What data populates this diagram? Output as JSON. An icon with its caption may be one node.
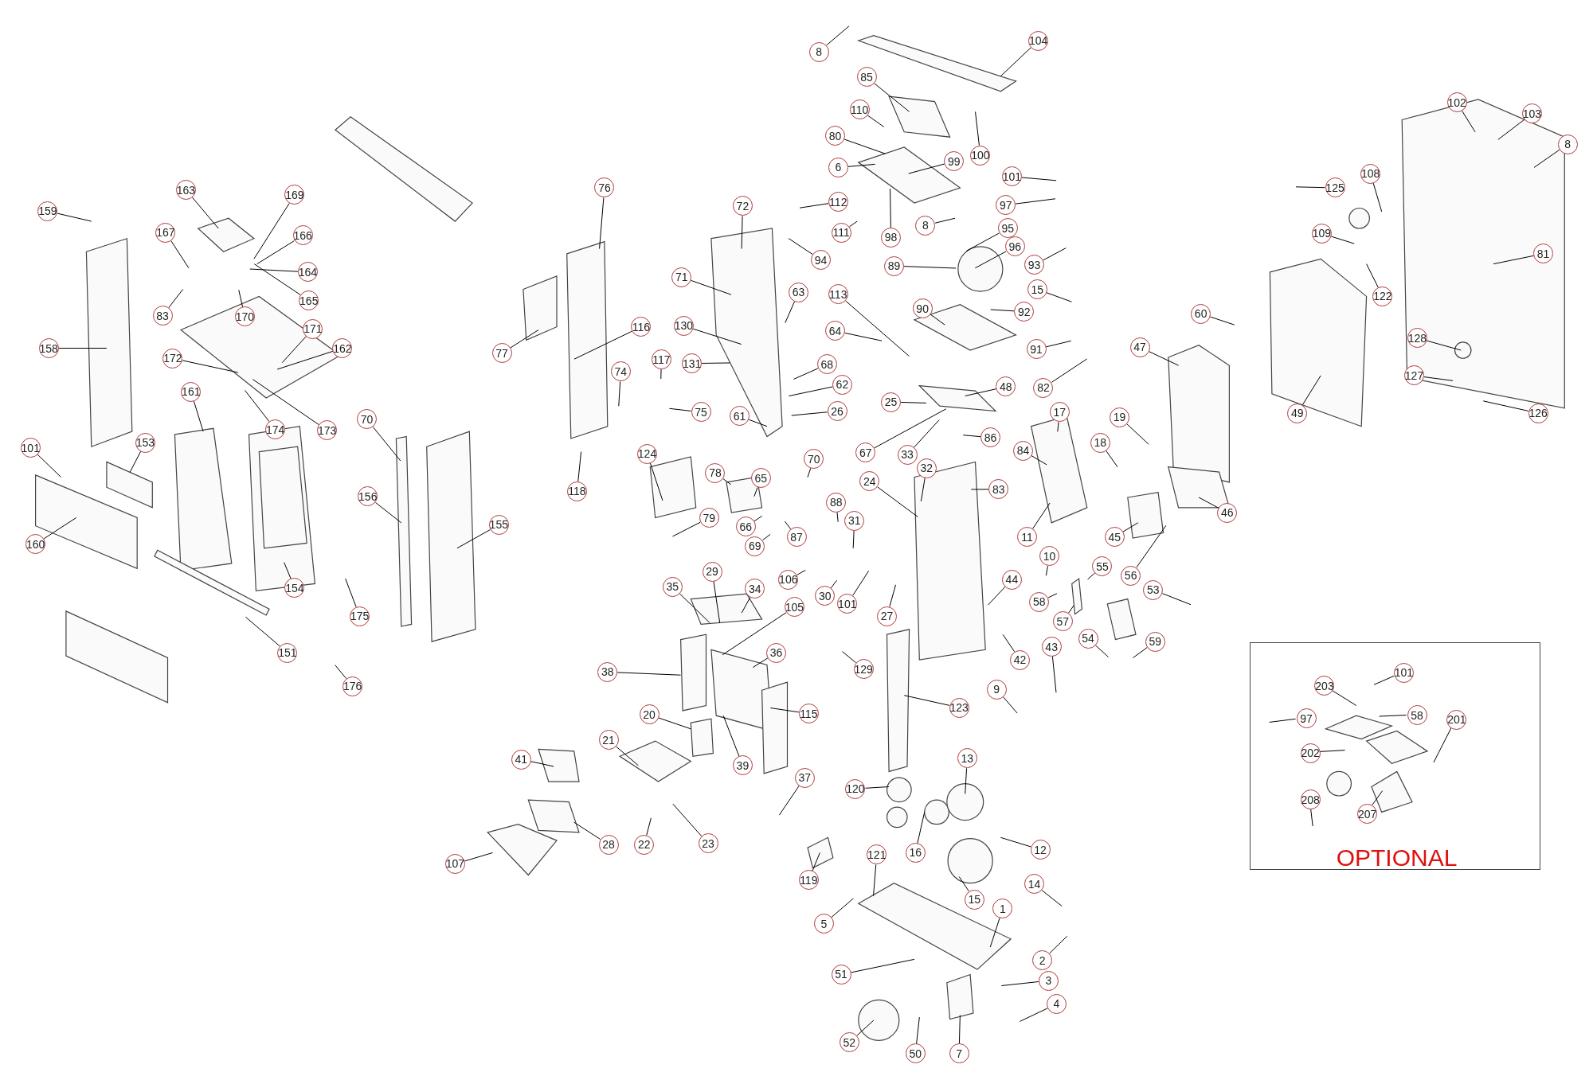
{
  "diagram": {
    "nodes": [
      {
        "text": [
          "159"
        ]
      },
      {
        "text": [
          "163"
        ]
      },
      {
        "text": [
          "169"
        ]
      },
      {
        "text": [
          "167"
        ]
      },
      {
        "text": [
          "166"
        ]
      },
      {
        "text": [
          "164"
        ]
      },
      {
        "text": [
          "83"
        ]
      },
      {
        "text": [
          "165"
        ]
      },
      {
        "text": [
          "170"
        ]
      },
      {
        "text": [
          "171"
        ]
      },
      {
        "text": [
          "158"
        ]
      },
      {
        "text": [
          "162"
        ]
      },
      {
        "text": [
          "172"
        ]
      },
      {
        "text": [
          "161"
        ]
      },
      {
        "text": [
          "70"
        ]
      },
      {
        "text": [
          "174"
        ]
      },
      {
        "text": [
          "173"
        ]
      },
      {
        "text": [
          "101"
        ]
      },
      {
        "text": [
          "153"
        ]
      },
      {
        "text": [
          "156"
        ]
      },
      {
        "text": [
          "155"
        ]
      },
      {
        "text": [
          "160"
        ]
      },
      {
        "text": [
          "154"
        ]
      },
      {
        "text": [
          "175"
        ]
      },
      {
        "text": [
          "151"
        ]
      },
      {
        "text": [
          "176"
        ]
      },
      {
        "text": [
          "76"
        ]
      },
      {
        "text": [
          "72"
        ]
      },
      {
        "text": [
          "71"
        ]
      },
      {
        "text": [
          "63"
        ]
      },
      {
        "text": [
          "116"
        ]
      },
      {
        "text": [
          "130"
        ]
      },
      {
        "text": [
          "64"
        ]
      },
      {
        "text": [
          "77"
        ]
      },
      {
        "text": [
          "117"
        ]
      },
      {
        "text": [
          "131"
        ]
      },
      {
        "text": [
          "68"
        ]
      },
      {
        "text": [
          "74"
        ]
      },
      {
        "text": [
          "62"
        ]
      },
      {
        "text": [
          "25"
        ]
      },
      {
        "text": [
          "26"
        ]
      },
      {
        "text": [
          "75"
        ]
      },
      {
        "text": [
          "61"
        ]
      },
      {
        "text": [
          "124"
        ]
      },
      {
        "text": [
          "33"
        ]
      },
      {
        "text": [
          "67"
        ]
      },
      {
        "text": [
          "70"
        ]
      },
      {
        "text": [
          "32"
        ]
      },
      {
        "text": [
          "78"
        ]
      },
      {
        "text": [
          "65"
        ]
      },
      {
        "text": [
          "24"
        ]
      },
      {
        "text": [
          "118"
        ]
      },
      {
        "text": [
          "88"
        ]
      },
      {
        "text": [
          "79"
        ]
      },
      {
        "text": [
          "31"
        ]
      },
      {
        "text": [
          "66"
        ]
      },
      {
        "text": [
          "87"
        ]
      },
      {
        "text": [
          "69"
        ]
      },
      {
        "text": [
          "29"
        ]
      },
      {
        "text": [
          "106"
        ]
      },
      {
        "text": [
          "35"
        ]
      },
      {
        "text": [
          "34"
        ]
      },
      {
        "text": [
          "30"
        ]
      },
      {
        "text": [
          "101"
        ]
      },
      {
        "text": [
          "105"
        ]
      },
      {
        "text": [
          "27"
        ]
      },
      {
        "text": [
          "36"
        ]
      },
      {
        "text": [
          "129"
        ]
      },
      {
        "text": [
          "38"
        ]
      },
      {
        "text": [
          "115"
        ]
      },
      {
        "text": [
          "20"
        ]
      },
      {
        "text": [
          "21"
        ]
      },
      {
        "text": [
          "41"
        ]
      },
      {
        "text": [
          "39"
        ]
      },
      {
        "text": [
          "37"
        ]
      },
      {
        "text": [
          "23"
        ]
      },
      {
        "text": [
          "28"
        ]
      },
      {
        "text": [
          "22"
        ]
      },
      {
        "text": [
          "107"
        ]
      },
      {
        "text": [
          "8"
        ]
      },
      {
        "text": [
          "104"
        ]
      },
      {
        "text": [
          "85"
        ]
      },
      {
        "text": [
          "110"
        ]
      },
      {
        "text": [
          "80"
        ]
      },
      {
        "text": [
          "100"
        ]
      },
      {
        "text": [
          "99"
        ]
      },
      {
        "text": [
          "6"
        ]
      },
      {
        "text": [
          "101"
        ]
      },
      {
        "text": [
          "112"
        ]
      },
      {
        "text": [
          "97"
        ]
      },
      {
        "text": [
          "8"
        ]
      },
      {
        "text": [
          "95"
        ]
      },
      {
        "text": [
          "111"
        ]
      },
      {
        "text": [
          "98"
        ]
      },
      {
        "text": [
          "96"
        ]
      },
      {
        "text": [
          "94"
        ]
      },
      {
        "text": [
          "89"
        ]
      },
      {
        "text": [
          "93"
        ]
      },
      {
        "text": [
          "15"
        ]
      },
      {
        "text": [
          "113"
        ]
      },
      {
        "text": [
          "90"
        ]
      },
      {
        "text": [
          "92"
        ]
      },
      {
        "text": [
          "91"
        ]
      },
      {
        "text": [
          "47"
        ]
      },
      {
        "text": [
          "60"
        ]
      },
      {
        "text": [
          "48"
        ]
      },
      {
        "text": [
          "82"
        ]
      },
      {
        "text": [
          "17"
        ]
      },
      {
        "text": [
          "19"
        ]
      },
      {
        "text": [
          "86"
        ]
      },
      {
        "text": [
          "18"
        ]
      },
      {
        "text": [
          "84"
        ]
      },
      {
        "text": [
          "83"
        ]
      },
      {
        "text": [
          "46"
        ]
      },
      {
        "text": [
          "45"
        ]
      },
      {
        "text": [
          "11"
        ]
      },
      {
        "text": [
          "10"
        ]
      },
      {
        "text": [
          "55"
        ]
      },
      {
        "text": [
          "56"
        ]
      },
      {
        "text": [
          "44"
        ]
      },
      {
        "text": [
          "53"
        ]
      },
      {
        "text": [
          "58"
        ]
      },
      {
        "text": [
          "57"
        ]
      },
      {
        "text": [
          "54"
        ]
      },
      {
        "text": [
          "59"
        ]
      },
      {
        "text": [
          "43"
        ]
      },
      {
        "text": [
          "42"
        ]
      },
      {
        "text": [
          "9"
        ]
      },
      {
        "text": [
          "123"
        ]
      },
      {
        "text": [
          "13"
        ]
      },
      {
        "text": [
          "120"
        ]
      },
      {
        "text": [
          "12"
        ]
      },
      {
        "text": [
          "121"
        ]
      },
      {
        "text": [
          "16"
        ]
      },
      {
        "text": [
          "119"
        ]
      },
      {
        "text": [
          "14"
        ]
      },
      {
        "text": [
          "15"
        ]
      },
      {
        "text": [
          "1"
        ]
      },
      {
        "text": [
          "5"
        ]
      },
      {
        "text": [
          "2"
        ]
      },
      {
        "text": [
          "51"
        ]
      },
      {
        "text": [
          "3"
        ]
      },
      {
        "text": [
          "4"
        ]
      },
      {
        "text": [
          "52"
        ]
      },
      {
        "text": [
          "50"
        ]
      },
      {
        "text": [
          "7"
        ]
      },
      {
        "text": [
          "102"
        ]
      },
      {
        "text": [
          "103"
        ]
      },
      {
        "text": [
          "8"
        ]
      },
      {
        "text": [
          "108"
        ]
      },
      {
        "text": [
          "125"
        ]
      },
      {
        "text": [
          "109"
        ]
      },
      {
        "text": [
          "81"
        ]
      },
      {
        "text": [
          "122"
        ]
      },
      {
        "text": [
          "128"
        ]
      },
      {
        "text": [
          "127"
        ]
      },
      {
        "text": [
          "49"
        ]
      },
      {
        "text": [
          "126"
        ]
      },
      {
        "text": [
          "OPTIONAL"
        ]
      },
      {
        "text": [
          "101"
        ],
        "in": 158
      },
      {
        "text": [
          "203"
        ],
        "in": 158
      },
      {
        "text": [
          "58"
        ],
        "in": 158
      },
      {
        "text": [
          "97"
        ],
        "in": 158
      },
      {
        "text": [
          "201"
        ],
        "in": 158
      },
      {
        "text": [
          "202"
        ],
        "in": 158
      },
      {
        "text": [
          "208"
        ],
        "in": 158
      },
      {
        "text": [
          "207"
        ],
        "in": 158
      }
    ],
    "edges": [
      {
        "from": 0,
        "to": null,
        "arrow": "none"
      },
      {
        "from": 1,
        "to": null,
        "arrow": "none"
      },
      {
        "from": 2,
        "to": null,
        "arrow": "none"
      },
      {
        "from": 3,
        "to": null,
        "arrow": "none"
      },
      {
        "from": 4,
        "to": null,
        "arrow": "none"
      },
      {
        "from": 5,
        "to": null,
        "arrow": "none"
      },
      {
        "from": 6,
        "to": null,
        "arrow": "none"
      },
      {
        "from": 7,
        "to": null,
        "arrow": "none"
      },
      {
        "from": 8,
        "to": null,
        "arrow": "none"
      },
      {
        "from": 9,
        "to": null,
        "arrow": "none"
      },
      {
        "from": 10,
        "to": null,
        "arrow": "none"
      },
      {
        "from": 11,
        "to": null,
        "arrow": "none"
      },
      {
        "from": 12,
        "to": null,
        "arrow": "none"
      },
      {
        "from": 13,
        "to": null,
        "arrow": "none"
      },
      {
        "from": 14,
        "to": null,
        "arrow": "none"
      },
      {
        "from": 15,
        "to": null,
        "arrow": "none"
      },
      {
        "from": 16,
        "to": null,
        "arrow": "none"
      },
      {
        "from": 17,
        "to": null,
        "arrow": "none"
      },
      {
        "from": 18,
        "to": null,
        "arrow": "none"
      },
      {
        "from": 19,
        "to": null,
        "arrow": "none"
      },
      {
        "from": 20,
        "to": null,
        "arrow": "none"
      },
      {
        "from": 21,
        "to": null,
        "arrow": "none"
      },
      {
        "from": 22,
        "to": null,
        "arrow": "none"
      },
      {
        "from": 23,
        "to": null,
        "arrow": "none"
      },
      {
        "from": 24,
        "to": null,
        "arrow": "none"
      },
      {
        "from": 25,
        "to": null,
        "arrow": "none"
      },
      {
        "from": 26,
        "to": null,
        "arrow": "none"
      },
      {
        "from": 27,
        "to": null,
        "arrow": "none"
      },
      {
        "from": 28,
        "to": null,
        "arrow": "none"
      },
      {
        "from": 29,
        "to": null,
        "arrow": "none"
      },
      {
        "from": 30,
        "to": null,
        "arrow": "none"
      },
      {
        "from": 31,
        "to": null,
        "arrow": "none"
      },
      {
        "from": 32,
        "to": null,
        "arrow": "none"
      },
      {
        "from": 33,
        "to": null,
        "arrow": "none"
      },
      {
        "from": 34,
        "to": null,
        "arrow": "none"
      },
      {
        "from": 35,
        "to": null,
        "arrow": "none"
      },
      {
        "from": 36,
        "to": null,
        "arrow": "none"
      },
      {
        "from": 37,
        "to": null,
        "arrow": "none"
      },
      {
        "from": 38,
        "to": null,
        "arrow": "none"
      },
      {
        "from": 39,
        "to": null,
        "arrow": "none"
      },
      {
        "from": 40,
        "to": null,
        "arrow": "none"
      },
      {
        "from": 41,
        "to": null,
        "arrow": "none"
      },
      {
        "from": 42,
        "to": null,
        "arrow": "none"
      },
      {
        "from": 43,
        "to": null,
        "arrow": "none"
      },
      {
        "from": 44,
        "to": null,
        "arrow": "none"
      },
      {
        "from": 45,
        "to": null,
        "arrow": "none"
      },
      {
        "from": 46,
        "to": null,
        "arrow": "none"
      },
      {
        "from": 47,
        "to": null,
        "arrow": "none"
      },
      {
        "from": 48,
        "to": null,
        "arrow": "none"
      },
      {
        "from": 49,
        "to": null,
        "arrow": "none"
      },
      {
        "from": 50,
        "to": null,
        "arrow": "none"
      },
      {
        "from": 51,
        "to": null,
        "arrow": "none"
      },
      {
        "from": 52,
        "to": null,
        "arrow": "none"
      },
      {
        "from": 53,
        "to": null,
        "arrow": "none"
      },
      {
        "from": 54,
        "to": null,
        "arrow": "none"
      },
      {
        "from": 55,
        "to": null,
        "arrow": "none"
      },
      {
        "from": 56,
        "to": null,
        "arrow": "none"
      },
      {
        "from": 57,
        "to": null,
        "arrow": "none"
      },
      {
        "from": 58,
        "to": null,
        "arrow": "none"
      },
      {
        "from": 59,
        "to": null,
        "arrow": "none"
      },
      {
        "from": 60,
        "to": null,
        "arrow": "none"
      },
      {
        "from": 61,
        "to": null,
        "arrow": "none"
      },
      {
        "from": 62,
        "to": null,
        "arrow": "none"
      },
      {
        "from": 63,
        "to": null,
        "arrow": "none"
      },
      {
        "from": 64,
        "to": null,
        "arrow": "none"
      },
      {
        "from": 65,
        "to": null,
        "arrow": "none"
      },
      {
        "from": 66,
        "to": null,
        "arrow": "none"
      },
      {
        "from": 67,
        "to": null,
        "arrow": "none"
      },
      {
        "from": 68,
        "to": null,
        "arrow": "none"
      },
      {
        "from": 69,
        "to": null,
        "arrow": "none"
      },
      {
        "from": 70,
        "to": null,
        "arrow": "none"
      },
      {
        "from": 71,
        "to": null,
        "arrow": "none"
      },
      {
        "from": 72,
        "to": null,
        "arrow": "none"
      },
      {
        "from": 73,
        "to": null,
        "arrow": "none"
      },
      {
        "from": 74,
        "to": null,
        "arrow": "none"
      },
      {
        "from": 75,
        "to": null,
        "arrow": "none"
      },
      {
        "from": 76,
        "to": null,
        "arrow": "none"
      },
      {
        "from": 77,
        "to": null,
        "arrow": "none"
      },
      {
        "from": 78,
        "to": null,
        "arrow": "none"
      },
      {
        "from": 79,
        "to": null,
        "arrow": "none"
      },
      {
        "from": 80,
        "to": null,
        "arrow": "none"
      },
      {
        "from": 81,
        "to": null,
        "arrow": "none"
      },
      {
        "from": 82,
        "to": null,
        "arrow": "none"
      },
      {
        "from": 83,
        "to": null,
        "arrow": "none"
      },
      {
        "from": 84,
        "to": null,
        "arrow": "none"
      },
      {
        "from": 85,
        "to": null,
        "arrow": "none"
      },
      {
        "from": 86,
        "to": null,
        "arrow": "none"
      },
      {
        "from": 87,
        "to": null,
        "arrow": "none"
      },
      {
        "from": 88,
        "to": null,
        "arrow": "none"
      },
      {
        "from": 89,
        "to": null,
        "arrow": "none"
      },
      {
        "from": 90,
        "to": null,
        "arrow": "none"
      },
      {
        "from": 91,
        "to": null,
        "arrow": "none"
      },
      {
        "from": 92,
        "to": null,
        "arrow": "none"
      },
      {
        "from": 93,
        "to": null,
        "arrow": "none"
      },
      {
        "from": 94,
        "to": null,
        "arrow": "none"
      },
      {
        "from": 95,
        "to": null,
        "arrow": "none"
      },
      {
        "from": 96,
        "to": null,
        "arrow": "none"
      },
      {
        "from": 97,
        "to": null,
        "arrow": "none"
      },
      {
        "from": 98,
        "to": null,
        "arrow": "none"
      },
      {
        "from": 99,
        "to": null,
        "arrow": "none"
      },
      {
        "from": 100,
        "to": null,
        "arrow": "none"
      },
      {
        "from": 101,
        "to": null,
        "arrow": "none"
      },
      {
        "from": 102,
        "to": null,
        "arrow": "none"
      },
      {
        "from": 103,
        "to": null,
        "arrow": "none"
      },
      {
        "from": 104,
        "to": null,
        "arrow": "none"
      },
      {
        "from": 105,
        "to": null,
        "arrow": "none"
      },
      {
        "from": 106,
        "to": null,
        "arrow": "none"
      },
      {
        "from": 107,
        "to": null,
        "arrow": "none"
      },
      {
        "from": 108,
        "to": null,
        "arrow": "none"
      },
      {
        "from": 109,
        "to": null,
        "arrow": "none"
      },
      {
        "from": 110,
        "to": null,
        "arrow": "none"
      },
      {
        "from": 111,
        "to": null,
        "arrow": "none"
      },
      {
        "from": 112,
        "to": null,
        "arrow": "none"
      },
      {
        "from": 113,
        "to": null,
        "arrow": "none"
      },
      {
        "from": 114,
        "to": null,
        "arrow": "none"
      },
      {
        "from": 115,
        "to": null,
        "arrow": "none"
      },
      {
        "from": 116,
        "to": null,
        "arrow": "none"
      },
      {
        "from": 117,
        "to": null,
        "arrow": "none"
      },
      {
        "from": 118,
        "to": null,
        "arrow": "none"
      },
      {
        "from": 119,
        "to": null,
        "arrow": "none"
      },
      {
        "from": 120,
        "to": null,
        "arrow": "none"
      },
      {
        "from": 121,
        "to": null,
        "arrow": "none"
      },
      {
        "from": 122,
        "to": null,
        "arrow": "none"
      },
      {
        "from": 123,
        "to": null,
        "arrow": "none"
      },
      {
        "from": 124,
        "to": null,
        "arrow": "none"
      },
      {
        "from": 125,
        "to": null,
        "arrow": "none"
      },
      {
        "from": 126,
        "to": null,
        "arrow": "none"
      },
      {
        "from": 127,
        "to": null,
        "arrow": "none"
      },
      {
        "from": 128,
        "to": null,
        "arrow": "none"
      },
      {
        "from": 129,
        "to": null,
        "arrow": "none"
      },
      {
        "from": 130,
        "to": null,
        "arrow": "none"
      },
      {
        "from": 131,
        "to": null,
        "arrow": "none"
      },
      {
        "from": 132,
        "to": null,
        "arrow": "none"
      },
      {
        "from": 133,
        "to": null,
        "arrow": "none"
      },
      {
        "from": 134,
        "to": null,
        "arrow": "none"
      },
      {
        "from": 135,
        "to": null,
        "arrow": "none"
      },
      {
        "from": 136,
        "to": null,
        "arrow": "none"
      },
      {
        "from": 137,
        "to": null,
        "arrow": "none"
      },
      {
        "from": 138,
        "to": null,
        "arrow": "none"
      },
      {
        "from": 139,
        "to": null,
        "arrow": "none"
      },
      {
        "from": 140,
        "to": null,
        "arrow": "none"
      },
      {
        "from": 141,
        "to": null,
        "arrow": "none"
      },
      {
        "from": 142,
        "to": null,
        "arrow": "none"
      },
      {
        "from": 143,
        "to": null,
        "arrow": "none"
      },
      {
        "from": 144,
        "to": null,
        "arrow": "none"
      },
      {
        "from": 145,
        "to": null,
        "arrow": "none"
      },
      {
        "from": 146,
        "to": null,
        "arrow": "none"
      },
      {
        "from": 147,
        "to": null,
        "arrow": "none"
      },
      {
        "from": 148,
        "to": null,
        "arrow": "none"
      },
      {
        "from": 149,
        "to": null,
        "arrow": "none"
      },
      {
        "from": 150,
        "to": null,
        "arrow": "none"
      },
      {
        "from": 151,
        "to": null,
        "arrow": "none"
      },
      {
        "from": 152,
        "to": null,
        "arrow": "none"
      },
      {
        "from": 153,
        "to": null,
        "arrow": "none"
      },
      {
        "from": 154,
        "to": null,
        "arrow": "none"
      },
      {
        "from": 155,
        "to": null,
        "arrow": "none"
      },
      {
        "from": 156,
        "to": null,
        "arrow": "none"
      },
      {
        "from": 157,
        "to": null,
        "arrow": "none"
      },
      {
        "from": 159,
        "to": null,
        "arrow": "none"
      },
      {
        "from": 160,
        "to": null,
        "arrow": "none"
      },
      {
        "from": 161,
        "to": null,
        "arrow": "none"
      },
      {
        "from": 162,
        "to": null,
        "arrow": "none"
      },
      {
        "from": 163,
        "to": null,
        "arrow": "none"
      },
      {
        "from": 164,
        "to": null,
        "arrow": "none"
      },
      {
        "from": 165,
        "to": null,
        "arrow": "none"
      },
      {
        "from": 166,
        "to": null,
        "arrow": "none"
      }
    ]
  }
}
